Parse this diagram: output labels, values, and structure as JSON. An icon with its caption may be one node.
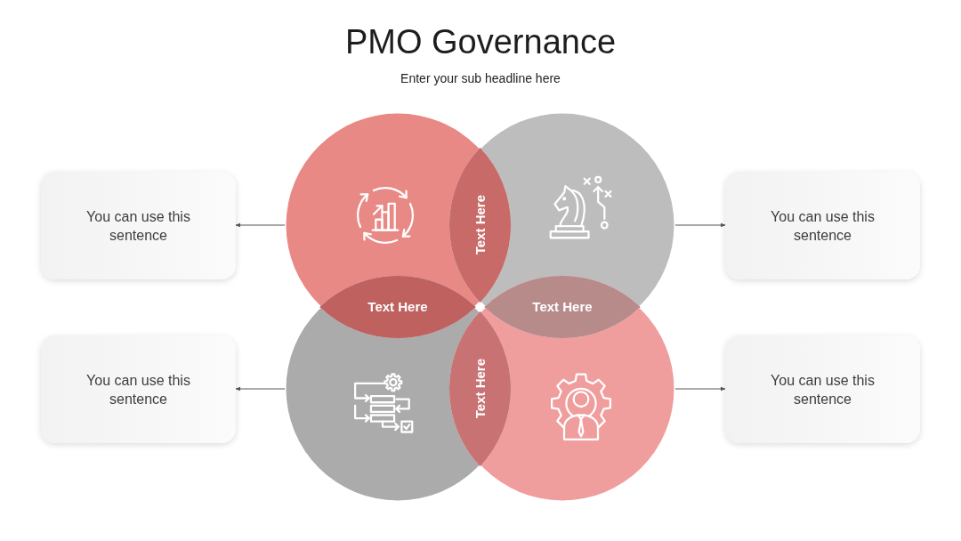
{
  "diagram": {
    "title": "PMO Governance",
    "nodes": [
      {
        "text": [
          "You can use this sentence"
        ]
      },
      {
        "text": [],
        "shape": "circle"
      },
      {
        "text": [
          "Text Here"
        ]
      },
      {
        "text": [],
        "shape": "circle"
      },
      {
        "text": [
          "You can use this sentence"
        ]
      },
      {
        "text": [
          "Text Here"
        ]
      },
      {
        "text": [
          "Text Here"
        ]
      },
      {
        "text": [
          "You can use this sentence"
        ]
      },
      {
        "text": [],
        "shape": "circle"
      },
      {
        "text": [
          "Text Here"
        ]
      },
      {
        "text": [],
        "shape": "circle"
      },
      {
        "text": [
          "You can use this sentence"
        ]
      }
    ],
    "edges": [
      {
        "from": 1,
        "to": 0,
        "arrow": "to"
      },
      {
        "from": 3,
        "to": 4,
        "arrow": "to"
      },
      {
        "from": 8,
        "to": 7,
        "arrow": "to"
      },
      {
        "from": 10,
        "to": 11,
        "arrow": "to"
      }
    ],
    "labels": [
      "Enter your sub headline here"
    ]
  }
}
